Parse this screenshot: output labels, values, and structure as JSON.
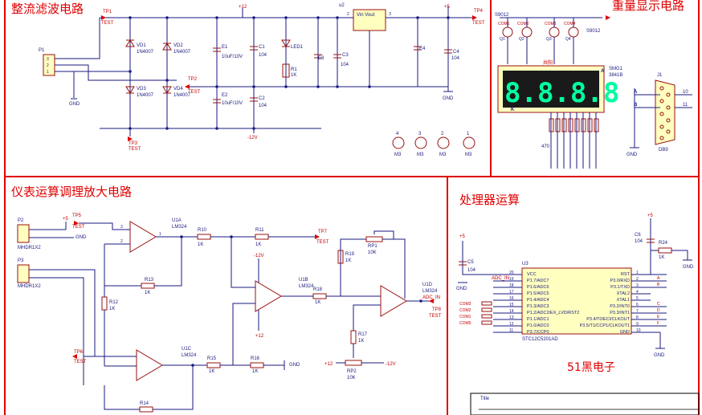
{
  "sections": {
    "power": "整流滤波电路",
    "display": "重量显示电路",
    "amplifier": "仪表运算调理放大电路",
    "processor": "处理器运算"
  },
  "brand": "51黑电子",
  "title_block": "Title",
  "power": {
    "p1": "P1",
    "tp1": "TP1",
    "tp2": "TP2",
    "tp3": "TP3",
    "tp4": "TP4",
    "test": "TEST",
    "vd1": "VD1",
    "vd2": "VD2",
    "vd3": "VD3",
    "vd4": "VD4",
    "diode": "1N4007",
    "e1": "E1",
    "e2": "E2",
    "ecap": "10uF/10V",
    "c1": "C1",
    "c2": "C2",
    "c3": "C3",
    "c4": "C4",
    "cap": "104",
    "e3": "E3",
    "e4": "E4",
    "led1": "LED1",
    "r1": "R1",
    "r1v": "1K",
    "u2": "u2",
    "reg_in": "Vin Vout",
    "reg_gnd": "GND",
    "plus12": "+12",
    "minus12": "-12V",
    "plus5": "+5",
    "gnd": "GND",
    "pin1": "1",
    "pin2": "2",
    "pin3": "3",
    "m3": "M3",
    "holes": [
      "4",
      "3",
      "2",
      "1"
    ]
  },
  "display": {
    "s9012a": "S9012",
    "s9012b": "S9012",
    "coms": [
      "COM1",
      "COM2",
      "COM3",
      "COM4"
    ],
    "qs": [
      "Q1",
      "Q2",
      "Q3",
      "Q4"
    ],
    "common": "共阳",
    "digits": "8.8.8.8",
    "smg": "SMG1",
    "smg_model": "3841B",
    "a": "A",
    "k": "K",
    "res": "470",
    "j1": "J1",
    "db9": "DB9",
    "j_a": "A",
    "j_b": "B",
    "n10": "10",
    "n11": "11",
    "gnd": "GND"
  },
  "amp": {
    "p2": "P2",
    "p3": "P3",
    "mhdr": "MHDR1X2",
    "tp5": "TP5",
    "tp6": "TP6",
    "tp7": "TP7",
    "test": "TEST",
    "plus5": "+5",
    "u1a": "U1A",
    "u1b": "U1B",
    "u1c": "U1C",
    "u1d": "U1D",
    "lm324": "LM324",
    "r10": "R10",
    "r11": "R11",
    "r12": "R12",
    "r13": "R13",
    "r14": "R14",
    "r15": "R15",
    "r16": "R16",
    "r17": "R17",
    "r18": "R18",
    "r19": "R19",
    "rp1": "RP1",
    "rp2": "RP2",
    "k1": "1K",
    "k10": "10K",
    "minus12": "-12V",
    "plus12": "+12",
    "plus12b": "+12",
    "minus12b": "-12V",
    "adc_in": "ADC_IN",
    "gnd": "GND",
    "tp_d": "TP8"
  },
  "cpu": {
    "u3": "U3",
    "model": "STC12C5201AD",
    "plus5": "+5",
    "plus5b": "+5",
    "c5": "C5",
    "c6": "C6",
    "cap": "104",
    "r24": "R24",
    "r24v": "1K",
    "gnd": "GND",
    "adc_in": "ADC_IN",
    "left_pins": [
      "VCC",
      "P1.7/ADC7",
      "P1.6/ADC6",
      "P1.5/ADC5",
      "P1.4/ADC4",
      "P1.3/ADC3",
      "P1.2/ADC2/EX_LVD/RST2",
      "P1.1/ADC1",
      "P1.0/ADC0",
      "P3.7/CCP0"
    ],
    "right_pins": [
      "RST",
      "P3.0/RXD",
      "P3.1/TXD",
      "XTAL2",
      "XTAL1",
      "P3.2/INT0",
      "P3.3/INT1",
      "P3.4/T0/ECI/CLKOUT",
      "P3.5/T1/CCP1/CLKOUT1",
      "GND"
    ],
    "left_nums": [
      "20",
      "19",
      "18",
      "17",
      "16",
      "15",
      "14",
      "13",
      "12",
      "11"
    ],
    "right_nums": [
      "1",
      "2",
      "3",
      "4",
      "5",
      "6",
      "7",
      "8",
      "9",
      "10"
    ],
    "com_nets": [
      "COM3",
      "COM2",
      "COM1",
      "COM0"
    ],
    "right_nets": [
      "A",
      "B",
      "C",
      "D",
      "E",
      "F"
    ]
  }
}
